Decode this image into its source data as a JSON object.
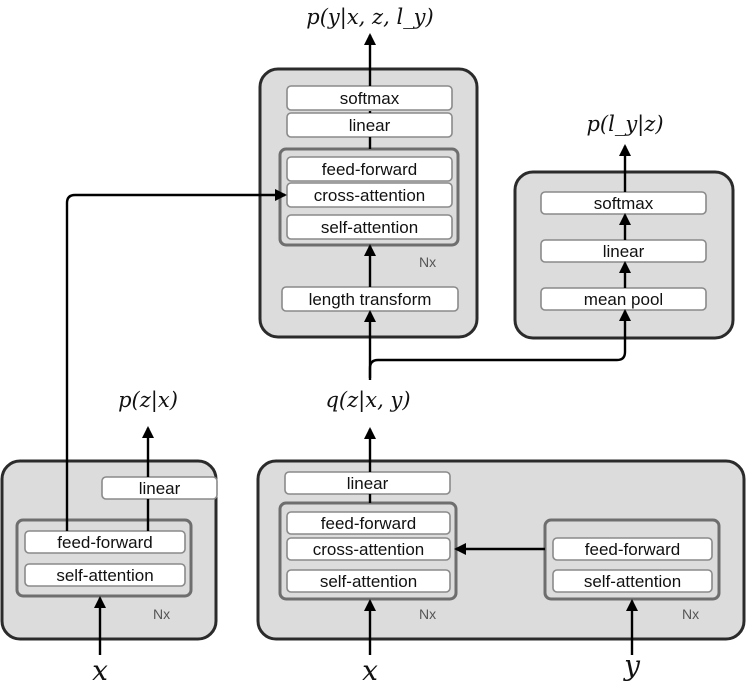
{
  "decoder": {
    "output_label": "p(y|x, z, l_y)",
    "softmax": "softmax",
    "linear": "linear",
    "feed_forward": "feed-forward",
    "cross_attention": "cross-attention",
    "self_attention": "self-attention",
    "nx": "Nx",
    "length_transform": "length transform"
  },
  "length_predictor": {
    "output_label": "p(l_y|z)",
    "softmax": "softmax",
    "linear": "linear",
    "mean_pool": "mean pool"
  },
  "prior": {
    "output_label": "p(z|x)",
    "linear": "linear",
    "feed_forward": "feed-forward",
    "self_attention": "self-attention",
    "nx": "Nx",
    "input_label": "x"
  },
  "posterior": {
    "output_label": "q(z|x, y)",
    "linear": "linear",
    "feed_forward": "feed-forward",
    "cross_attention": "cross-attention",
    "self_attention": "self-attention",
    "nx": "Nx",
    "input_label": "x"
  },
  "target_encoder": {
    "feed_forward": "feed-forward",
    "self_attention": "self-attention",
    "nx": "Nx",
    "input_label": "y"
  }
}
